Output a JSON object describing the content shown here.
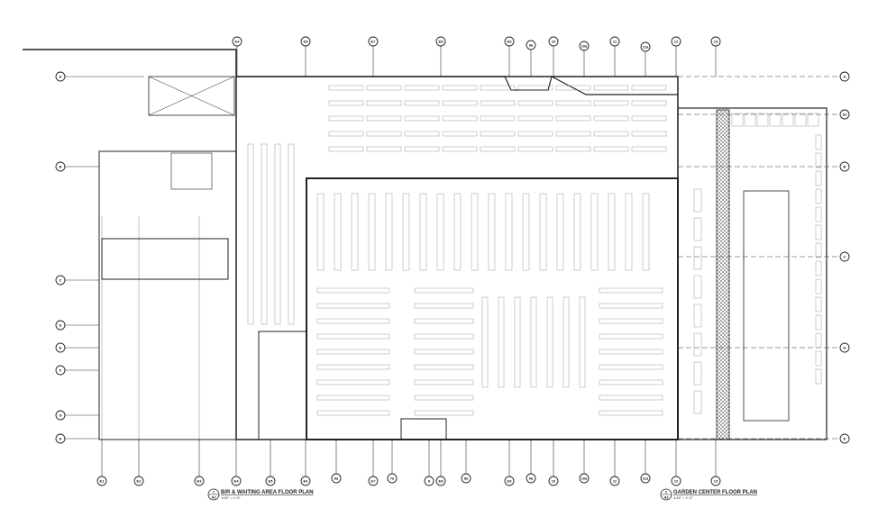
{
  "grid_labels": {
    "top": [
      "E4",
      "E5",
      "E7",
      "E8",
      "E9",
      "9a",
      "10",
      "10a",
      "11",
      "11a",
      "12",
      "13"
    ],
    "bottom": [
      "E1",
      "E2",
      "E3",
      "E4",
      "E5",
      "E6",
      "6a",
      "E7",
      "7a",
      "8",
      "E8",
      "8a",
      "E9",
      "9a",
      "10",
      "10a",
      "11",
      "11a",
      "12",
      "13"
    ],
    "left": [
      "A",
      "B",
      "C",
      "D",
      "E",
      "F",
      "G",
      "H"
    ],
    "right": [
      "A",
      "A1",
      "B",
      "C",
      "D",
      "E"
    ]
  },
  "titles": [
    {
      "number": "1",
      "sheet": "A2",
      "label": "B/R & WAITING AREA FLOOR PLAN",
      "scale": "1/16\" = 1'-0\""
    },
    {
      "number": "2",
      "sheet": "A2",
      "label": "GARDEN CENTER FLOOR PLAN",
      "scale": "1/16\" = 1'-0\""
    }
  ],
  "colors": {
    "line": "#222222",
    "light": "#9a9a9a",
    "hatch": "#444444"
  }
}
